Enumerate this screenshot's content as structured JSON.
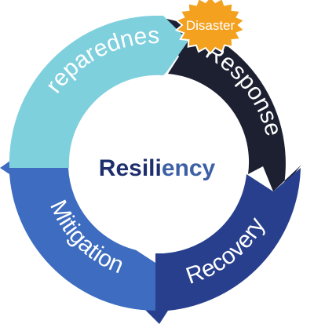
{
  "center": {
    "label_main": "Resili",
    "label_accent": "ency",
    "main_color": "#1e2f6e",
    "accent_color": "#3c5fa6"
  },
  "segments": [
    {
      "key": "preparedness",
      "label": "Preparedness",
      "color": "#7fd0dd"
    },
    {
      "key": "response",
      "label": "Response",
      "color": "#1c2031"
    },
    {
      "key": "recovery",
      "label": "Recovery",
      "color": "#283f8e"
    },
    {
      "key": "mitigation",
      "label": "Mitigation",
      "color": "#3d6cc0"
    }
  ],
  "event": {
    "label": "Disaster",
    "color": "#f3a11f"
  }
}
